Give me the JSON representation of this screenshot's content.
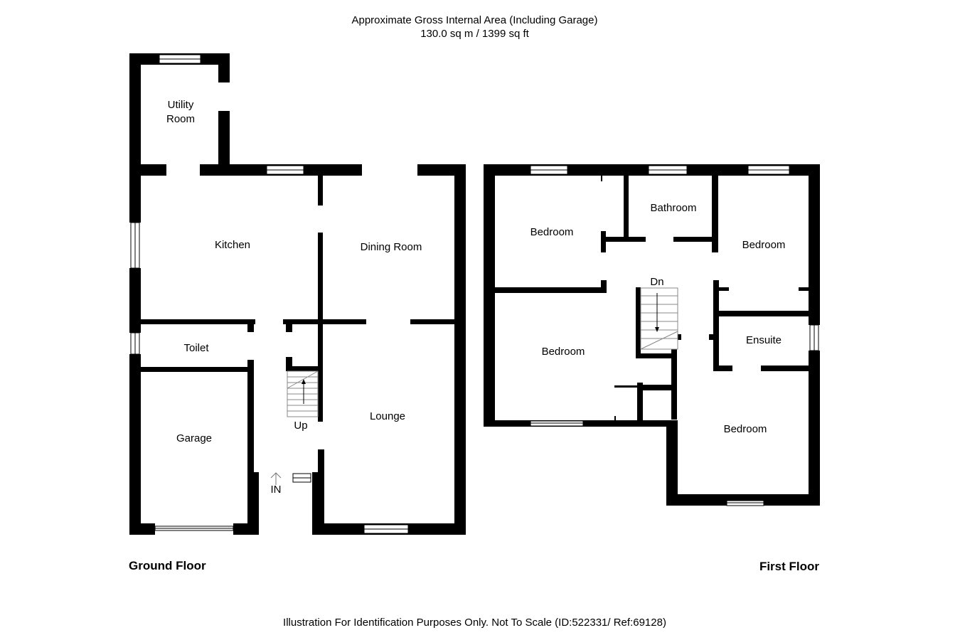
{
  "header": {
    "line1": "Approximate Gross Internal Area (Including Garage)",
    "line2": "130.0 sq m / 1399 sq ft"
  },
  "ground_floor": {
    "label": "Ground Floor",
    "rooms": {
      "utility": [
        "Utility",
        "Room"
      ],
      "kitchen": "Kitchen",
      "dining": "Dining Room",
      "toilet": "Toilet",
      "garage": "Garage",
      "lounge": "Lounge"
    },
    "stairs_label": "Up",
    "entrance_label": "IN"
  },
  "first_floor": {
    "label": "First Floor",
    "rooms": {
      "bedroom_nw": "Bedroom",
      "bathroom": "Bathroom",
      "bedroom_ne": "Bedroom",
      "bedroom_w": "Bedroom",
      "ensuite": "Ensuite",
      "bedroom_se": "Bedroom"
    },
    "stairs_label": "Dn"
  },
  "footer": "Illustration For Identification Purposes Only. Not To Scale (ID:522331/ Ref:69128)"
}
